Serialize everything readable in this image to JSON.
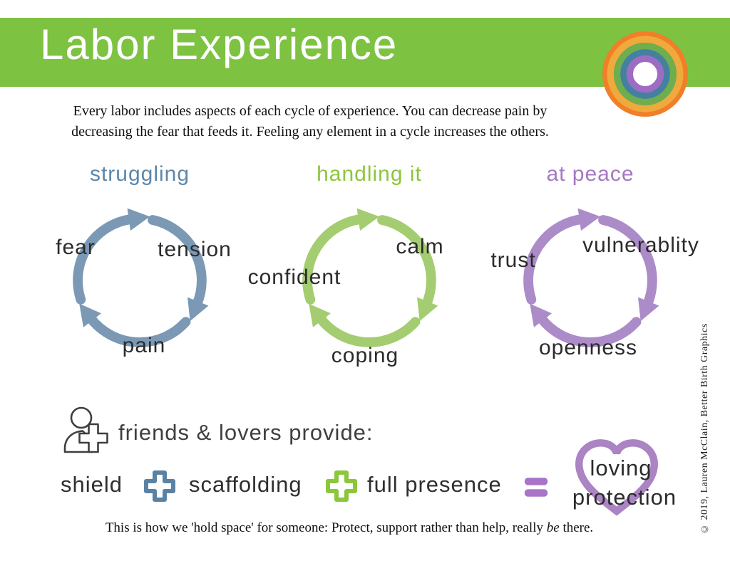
{
  "header": {
    "title": "Labor Experience"
  },
  "intro": {
    "line1": "Every labor includes aspects of each cycle of experience. You can decrease pain by",
    "line2": "decreasing the fear that feeds it. Feeling any element in a cycle increases the others."
  },
  "cycles": [
    {
      "heading": "struggling",
      "heading_color": "#5d87aa",
      "color": "#7b99b5",
      "labels": {
        "left": "fear",
        "right": "tension",
        "bottom": "pain"
      }
    },
    {
      "heading": "handling it",
      "heading_color": "#8cc63c",
      "color": "#a3cd70",
      "labels": {
        "left": "confident",
        "right": "calm",
        "bottom": "coping"
      }
    },
    {
      "heading": "at peace",
      "heading_color": "#a678c4",
      "color": "#ab8bc8",
      "labels": {
        "left": "trust",
        "right": "vulnerablity",
        "bottom": "openness"
      }
    }
  ],
  "provide": {
    "label": "friends & lovers provide:"
  },
  "equation": {
    "term1": "shield",
    "term2": "scaffolding",
    "term3": "full presence",
    "plus1_color": "#5a82a4",
    "plus2_color": "#8cc63c",
    "equals_color": "#a873c8",
    "heart_color": "#ab84c4",
    "result_line1": "loving",
    "result_line2": "protection"
  },
  "caption": {
    "prefix": "This is how we 'hold space' for someone: Protect, support rather than help, really ",
    "emphasis": "be",
    "suffix": " there."
  },
  "copyright": "© 2019, Lauren McClain, Better Birth Graphics",
  "colors": {
    "header_green": "#7ec242",
    "label_text": "#2b2b2b",
    "icon_outline": "#3f3f3f"
  }
}
